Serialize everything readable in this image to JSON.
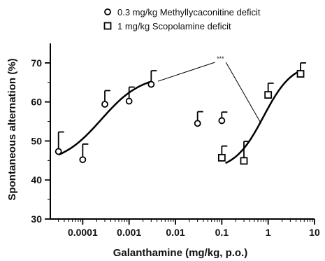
{
  "chart_data": {
    "type": "scatter",
    "xlabel": "Galanthamine (mg/kg, p.o.)",
    "ylabel": "Spontaneous alternation (%)",
    "x_scale": "log",
    "xlim": [
      2e-05,
      10
    ],
    "ylim": [
      30,
      75
    ],
    "x_ticks": [
      {
        "value": 0.0001,
        "label": "0.0001"
      },
      {
        "value": 0.001,
        "label": "0.001"
      },
      {
        "value": 0.01,
        "label": "0.01"
      },
      {
        "value": 0.1,
        "label": "0.1"
      },
      {
        "value": 1,
        "label": "1"
      },
      {
        "value": 10,
        "label": "10"
      }
    ],
    "y_ticks": [
      {
        "value": 30,
        "label": "30"
      },
      {
        "value": 40,
        "label": "40"
      },
      {
        "value": 50,
        "label": "50"
      },
      {
        "value": 60,
        "label": "60"
      },
      {
        "value": 70,
        "label": "70"
      }
    ],
    "grid": false,
    "legend_position": "top",
    "annotation": {
      "text": "***",
      "x": 0.1,
      "y": 70.5
    },
    "series": [
      {
        "name": "0.3 mg/kg Methyllycaconitine deficit",
        "marker": "circle",
        "points": [
          {
            "x": 3e-05,
            "y": 47.3,
            "err": 5.0
          },
          {
            "x": 0.0001,
            "y": 45.2,
            "err": 4.0
          },
          {
            "x": 0.0003,
            "y": 59.4,
            "err": 3.5
          },
          {
            "x": 0.001,
            "y": 60.2,
            "err": 3.6
          },
          {
            "x": 0.003,
            "y": 64.5,
            "err": 3.5
          },
          {
            "x": 0.03,
            "y": 54.5,
            "err": 3.0
          },
          {
            "x": 0.1,
            "y": 55.2,
            "err": 2.2
          }
        ],
        "fit": {
          "bottom": 44.0,
          "top": 67.0,
          "log_ec50": -3.6,
          "slope": 1.0,
          "x_range": [
            3e-05,
            0.003
          ]
        }
      },
      {
        "name": "1 mg/kg Scopolamine deficit",
        "marker": "square",
        "points": [
          {
            "x": 0.1,
            "y": 45.7,
            "err": 3.0
          },
          {
            "x": 0.3,
            "y": 44.9,
            "err": 5.0
          },
          {
            "x": 1,
            "y": 61.8,
            "err": 3.0
          },
          {
            "x": 5,
            "y": 67.2,
            "err": 2.8
          }
        ],
        "fit": {
          "bottom": 42.5,
          "top": 70.0,
          "log_ec50": -0.1,
          "slope": 1.4,
          "x_range": [
            0.12,
            5
          ]
        }
      }
    ]
  }
}
